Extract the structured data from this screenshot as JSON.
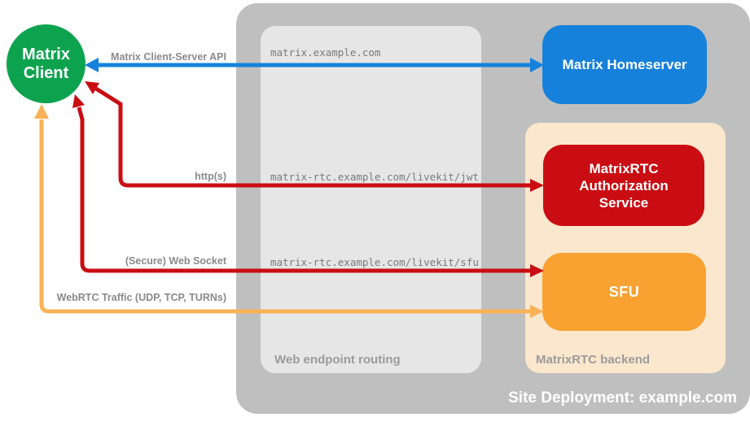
{
  "colors": {
    "green": "#0DA34E",
    "blue": "#1581DB",
    "red": "#C90D12",
    "orange_box": "#F9A232",
    "orange_arrow": "#F9B257",
    "outer_gray": "#BFBFBF",
    "inner_gray": "#E6E6E6",
    "backend_peach": "#FBE7CD",
    "label_gray": "#8A8A8A",
    "section_gray": "#9B9B9B"
  },
  "nodes": {
    "client": {
      "line1": "Matrix",
      "line2": "Client"
    },
    "homeserver": {
      "label": "Matrix Homeserver"
    },
    "auth_service": {
      "label": "MatrixRTC Authorization Service"
    },
    "sfu": {
      "label": "SFU"
    }
  },
  "containers": {
    "web_routing": {
      "label": "Web endpoint routing"
    },
    "backend": {
      "label": "MatrixRTC backend"
    },
    "site": {
      "label": "Site Deployment: example.com"
    }
  },
  "connections": [
    {
      "label": "Matrix Client-Server API",
      "endpoint": "matrix.example.com"
    },
    {
      "label": "http(s)",
      "endpoint": "matrix-rtc.example.com/livekit/jwt"
    },
    {
      "label": "(Secure) Web Socket",
      "endpoint": "matrix-rtc.example.com/livekit/sfu"
    },
    {
      "label": "WebRTC Traffic (UDP, TCP, TURNs)",
      "endpoint": ""
    }
  ]
}
